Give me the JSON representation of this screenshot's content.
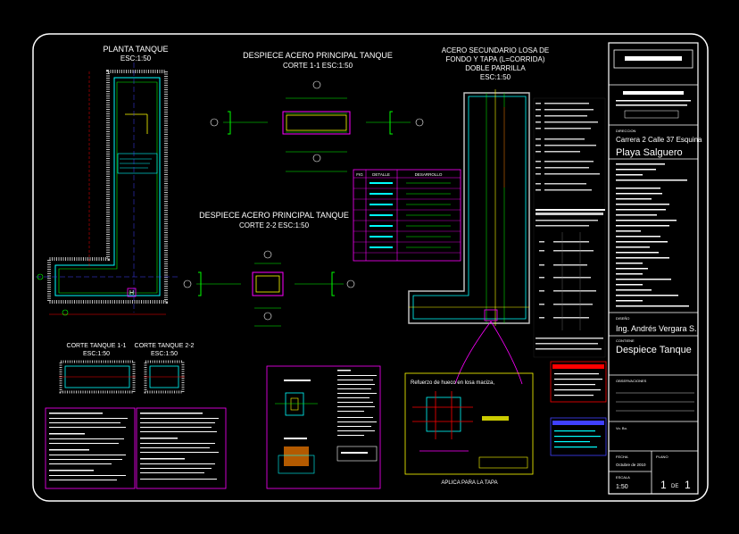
{
  "titles": {
    "planta_tanque": "PLANTA TANQUE",
    "planta_escala": "ESC:1:50",
    "despiece_1": "DESPIECE ACERO PRINCIPAL TANQUE",
    "corte_1": "CORTE 1-1  ESC:1:50",
    "despiece_2": "DESPIECE ACERO PRINCIPAL TANQUE",
    "corte_2": "CORTE 2-2 ESC:1:50",
    "acero_sec_1": "ACERO SECUNDARIO LOSA DE",
    "acero_sec_2": "FONDO Y TAPA (L=CORRIDA)",
    "acero_sec_3": "DOBLE PARRILLA",
    "acero_sec_4": "ESC:1:50",
    "corte_tanque_11": "CORTE TANQUE 1-1",
    "corte_tanque_11_esc": "ESC:1:50",
    "corte_tanque_22": "CORTE TANQUE 2-2",
    "corte_tanque_22_esc": "ESC:1:50",
    "refuerzo": "Refuerzo de hueco en losa maciza,",
    "aplica": "APLICA PARA LA TAPA"
  },
  "bar_table": {
    "headers": [
      "FIG",
      "DETALLE",
      "DESARROLLO"
    ]
  },
  "title_block": {
    "direccion_label": "DIRECCION",
    "direccion_1": "Carrera 2 Calle 37 Esquina",
    "direccion_2": "Playa Salguero",
    "disenio_label": "DISEÑO",
    "ingeniero": "Ing. Andrés Vergara S.",
    "contiene_label": "CONTIENE",
    "contiene": "Despiece Tanque",
    "observaciones_label": "OBSERVACIONES",
    "vo_bo": "Vo. Bo.",
    "fecha_label": "FECHA",
    "fecha_value": "Octubre de 2010",
    "plano_label": "PLANO",
    "escala_label": "ESCALA",
    "escala_value": "1:50",
    "sheet_num": "1",
    "sheet_de": "DE",
    "sheet_total": "1"
  },
  "labels": {
    "hole_mark": "H"
  },
  "colors": {
    "cyan": "#00ffff",
    "magenta": "#ff00ff",
    "green": "#00ff00",
    "yellow": "#ffff00",
    "red": "#ff0000",
    "blue": "#4040ff",
    "white": "#ffffff"
  }
}
